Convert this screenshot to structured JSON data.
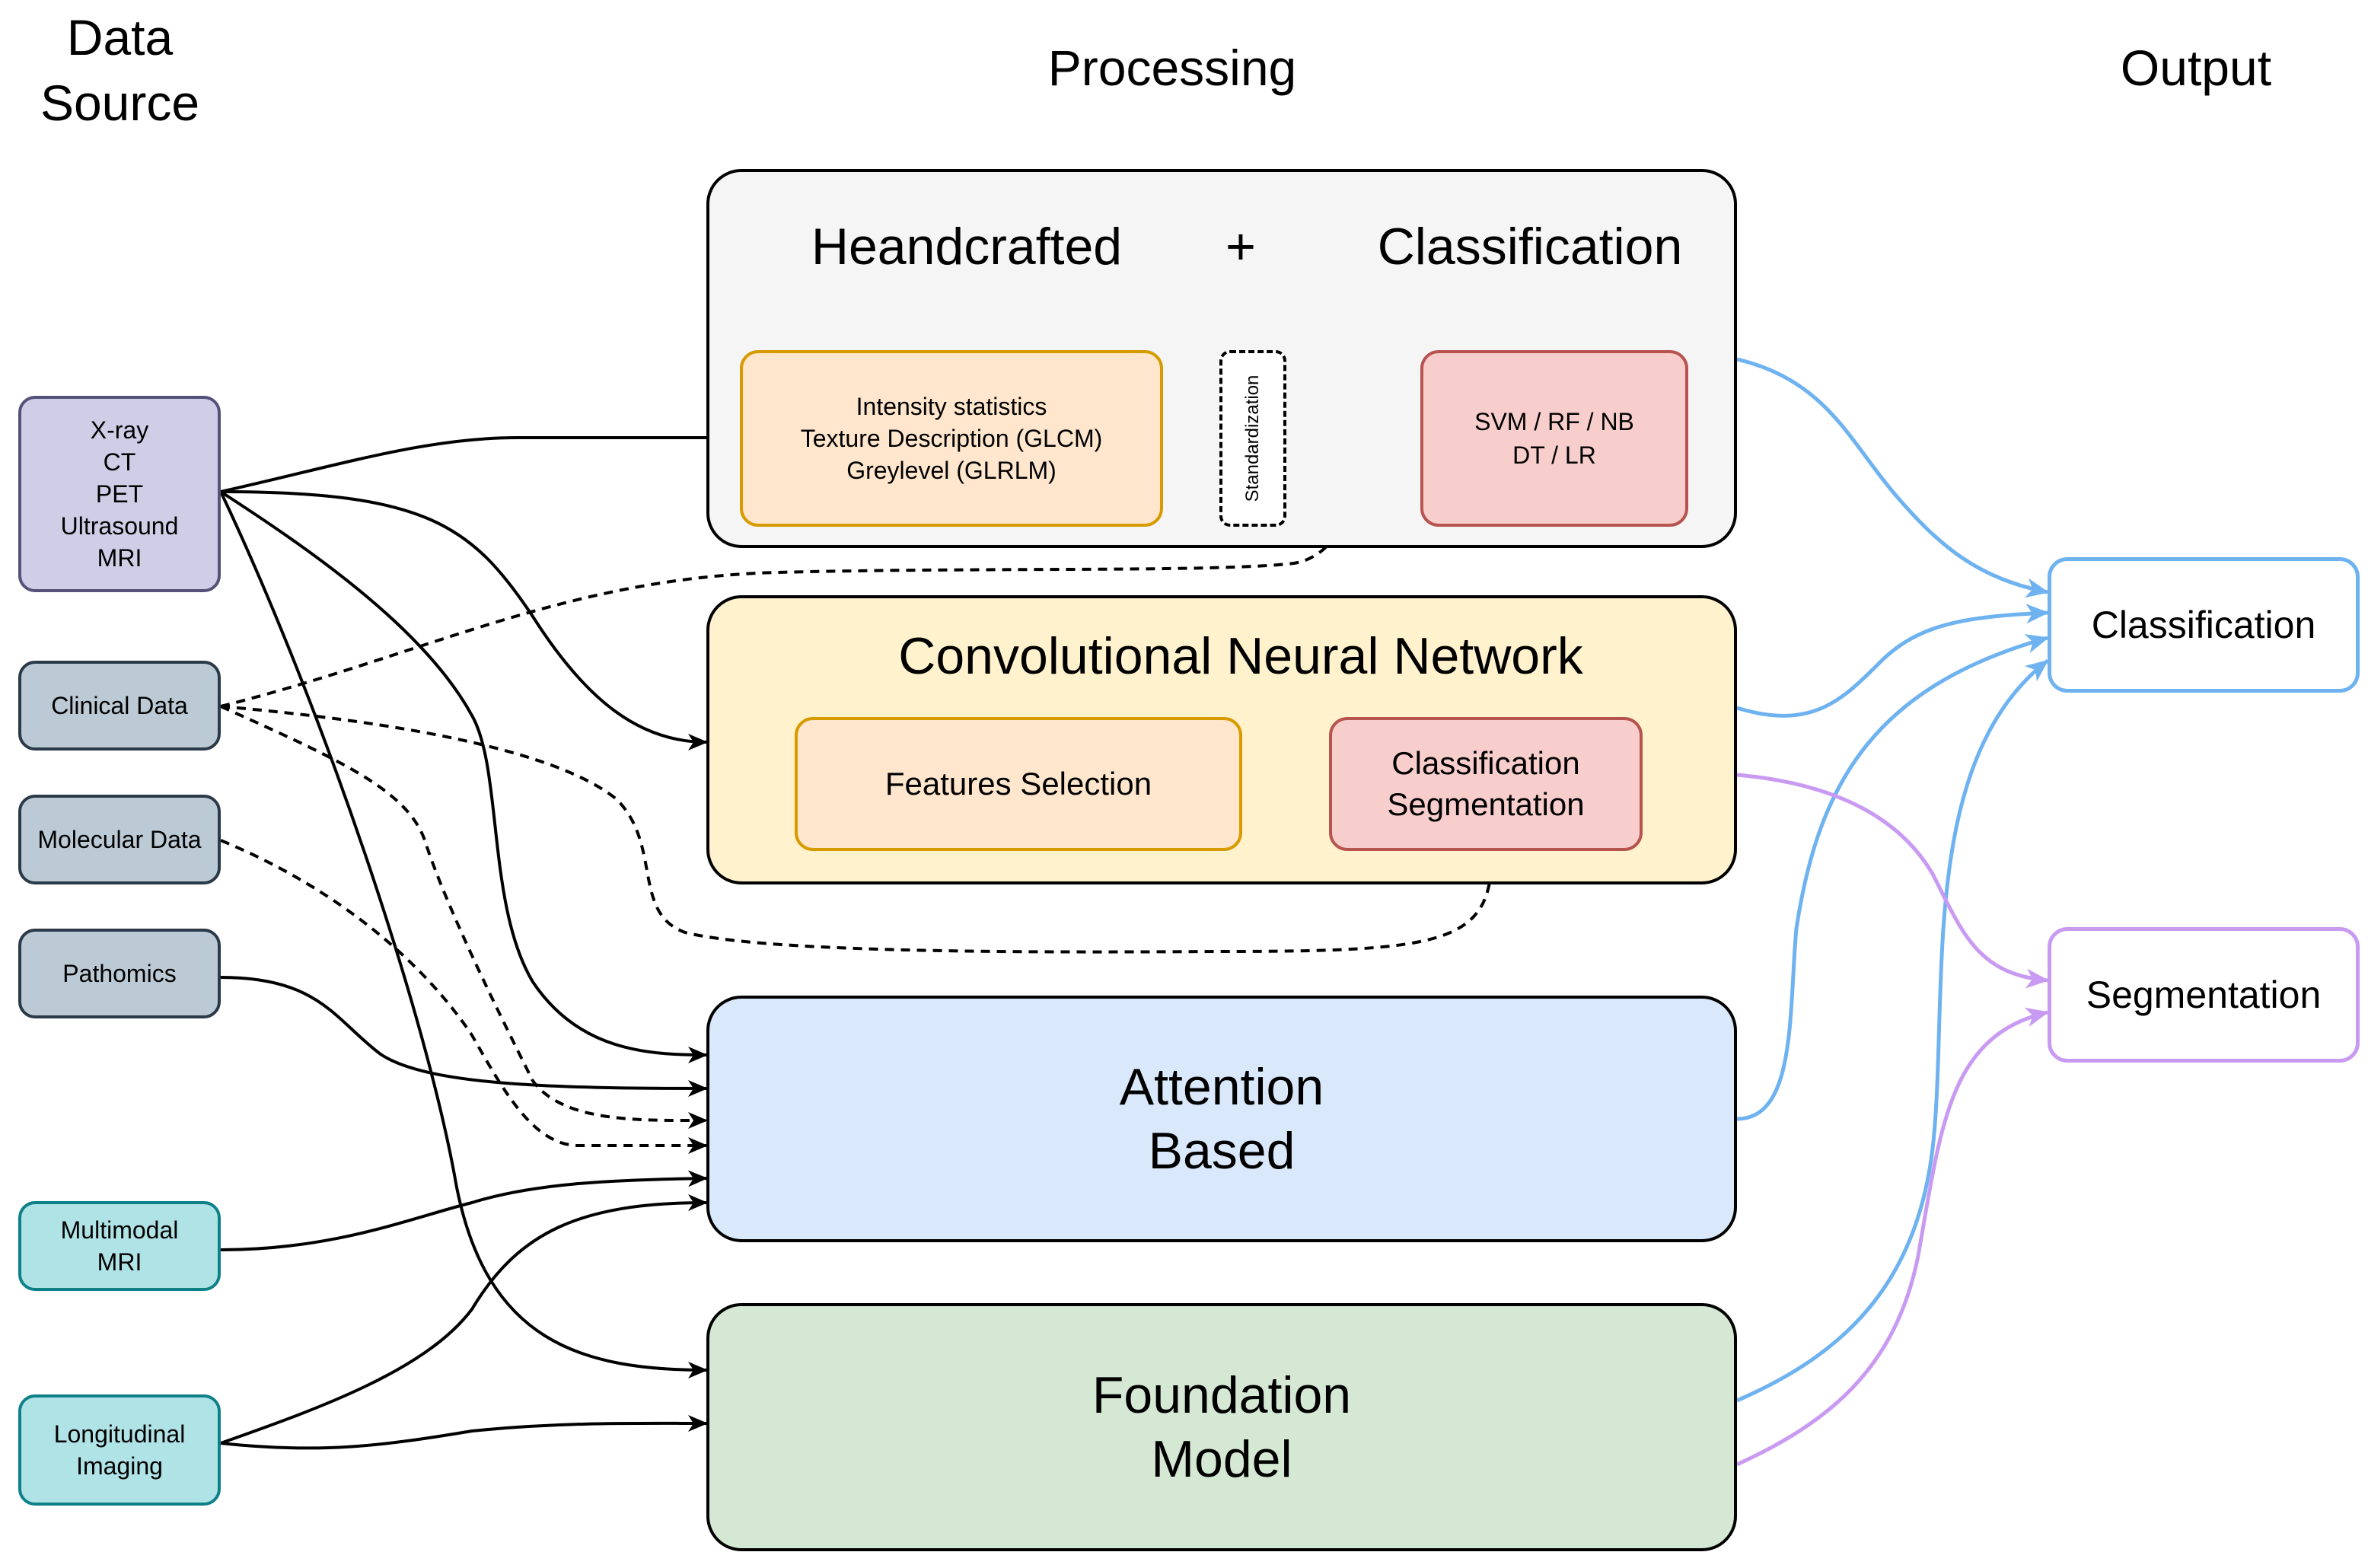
{
  "columns": {
    "data_source": [
      "Data",
      "Source"
    ],
    "processing": "Processing",
    "output": "Output"
  },
  "sources": {
    "imaging": [
      "X-ray",
      "CT",
      "PET",
      "Ultrasound",
      "MRI"
    ],
    "clinical": "Clinical Data",
    "molecular": "Molecular Data",
    "pathomics": "Pathomics",
    "multimodal": [
      "Multimodal",
      "MRI"
    ],
    "longitudinal": [
      "Longitudinal",
      "Imaging"
    ]
  },
  "handcrafted": {
    "title_left": "Heandcrafted",
    "plus": "+",
    "title_right": "Classification",
    "features": [
      "Intensity statistics",
      "Texture Description (GLCM)",
      "Greylevel (GLRLM)"
    ],
    "standardization": "Standardization",
    "classifiers": [
      "SVM / RF / NB",
      "DT / LR"
    ]
  },
  "cnn": {
    "title": "Convolutional Neural Network",
    "features_selection": "Features Selection",
    "class_seg": [
      "Classification",
      "Segmentation"
    ]
  },
  "attention": [
    "Attention",
    "Based"
  ],
  "foundation": [
    "Foundation",
    "Model"
  ],
  "outputs": {
    "classification": "Classification",
    "segmentation": "Segmentation"
  },
  "colors": {
    "classification_arrows": "#6eb2f0",
    "segmentation_arrows": "#c99af2"
  }
}
